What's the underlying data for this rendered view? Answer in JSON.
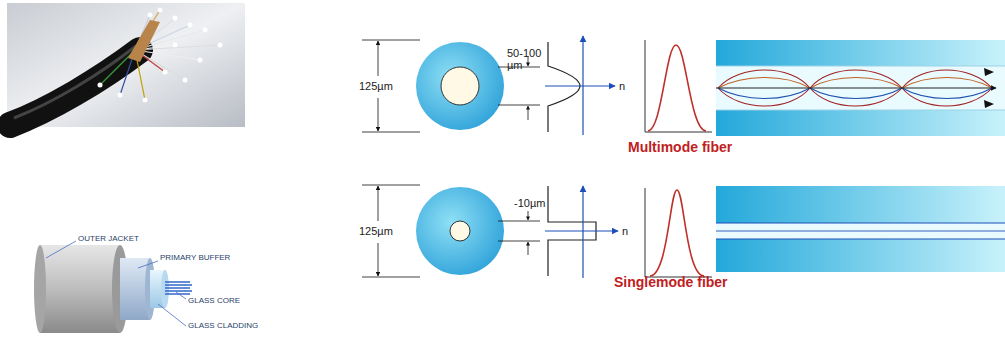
{
  "diagram": {
    "labels": [
      "OUTER JACKET",
      "PRIMARY BUFFER",
      "GLASS CORE",
      "GLASS CLADDING",
      "125µm",
      "50-100 µm",
      "n",
      "Multimode fiber",
      "125µm",
      "-10µm",
      "n",
      "Singlemode fiber"
    ]
  }
}
